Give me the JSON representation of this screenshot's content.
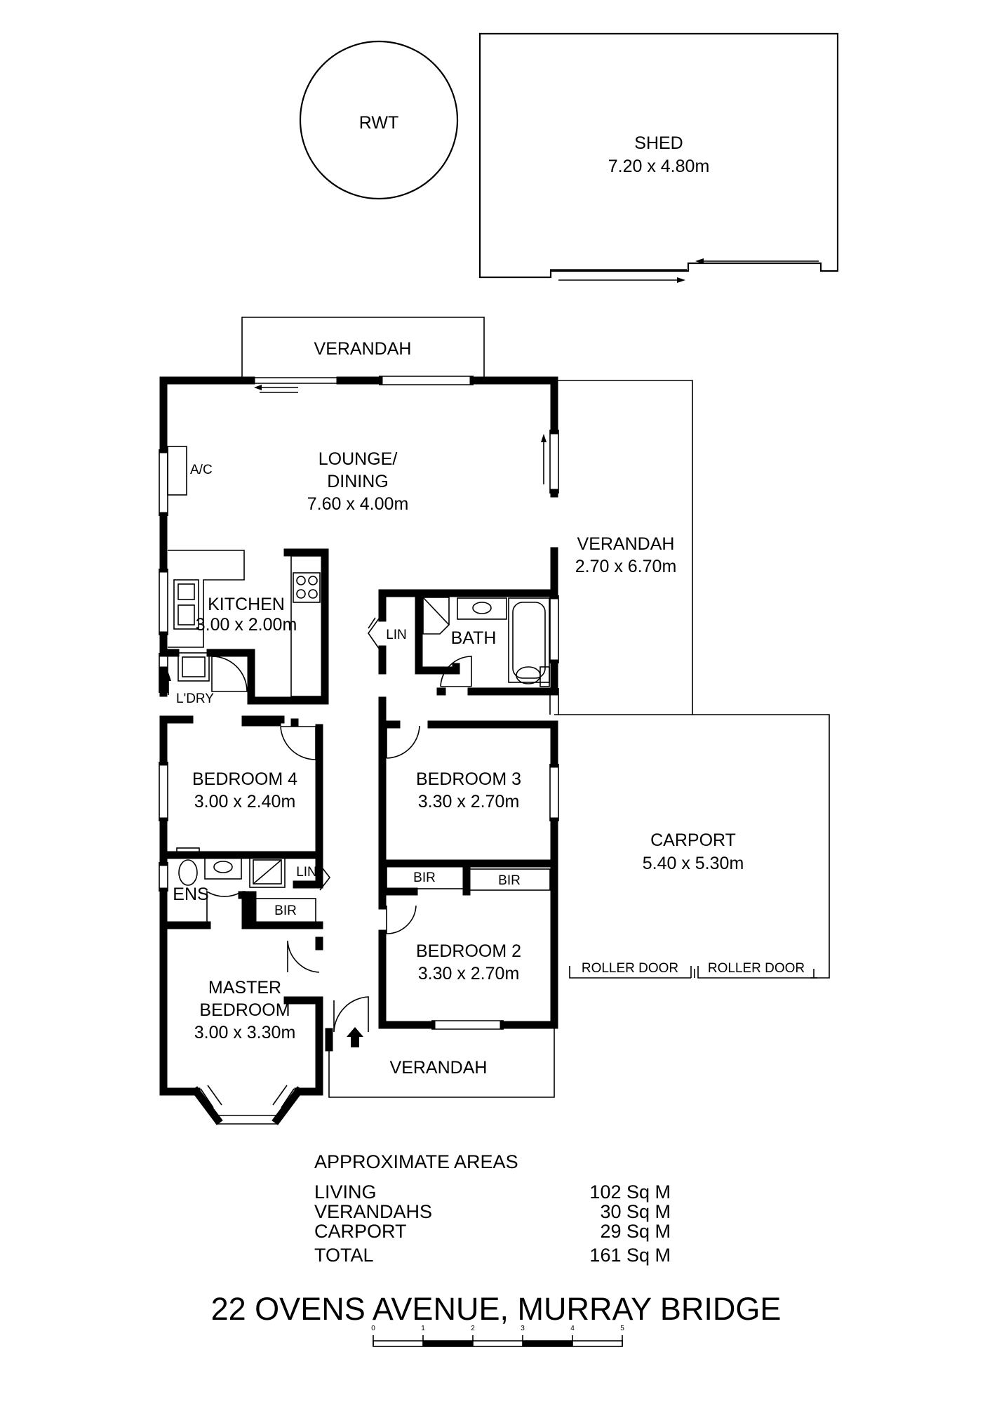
{
  "rooms": {
    "rwt": "RWT",
    "shed": {
      "name": "SHED",
      "size": "7.20 x 4.80m"
    },
    "verandah_top": "VERANDAH",
    "lounge": {
      "line1": "LOUNGE/",
      "line2": "DINING",
      "size": "7.60 x 4.00m"
    },
    "ac": "A/C",
    "verandah_side": {
      "name": "VERANDAH",
      "size": "2.70 x 6.70m"
    },
    "kitchen": {
      "name": "KITCHEN",
      "size": "3.00 x 2.00m"
    },
    "lin_1": "LIN",
    "bath": "BATH",
    "laundry": "L'DRY",
    "bedroom4": {
      "name": "BEDROOM 4",
      "size": "3.00 x 2.40m"
    },
    "bedroom3": {
      "name": "BEDROOM 3",
      "size": "3.30 x 2.70m"
    },
    "carport": {
      "name": "CARPORT",
      "size": "5.40 x 5.30m"
    },
    "bir_b3": "BIR",
    "bir_b2": "BIR",
    "lin_2": "LIN",
    "ens": "ENS",
    "bir_master": "BIR",
    "bedroom2": {
      "name": "BEDROOM 2",
      "size": "3.30 x 2.70m"
    },
    "roller_door_1": "ROLLER DOOR",
    "roller_door_2": "ROLLER DOOR",
    "master": {
      "line1": "MASTER",
      "line2": "BEDROOM",
      "size": "3.00 x 3.30m"
    },
    "verandah_front": "VERANDAH"
  },
  "areas": {
    "heading": "APPROXIMATE AREAS",
    "rows": [
      {
        "label": "LIVING",
        "value": "102 Sq M"
      },
      {
        "label": "VERANDAHS",
        "value": "30 Sq M"
      },
      {
        "label": "CARPORT",
        "value": "29 Sq M"
      },
      {
        "label": "TOTAL",
        "value": "161 Sq M"
      }
    ]
  },
  "address": "22 OVENS AVENUE, MURRAY BRIDGE",
  "scale": {
    "ticks": [
      "0",
      "1",
      "2",
      "3",
      "4",
      "5"
    ]
  }
}
